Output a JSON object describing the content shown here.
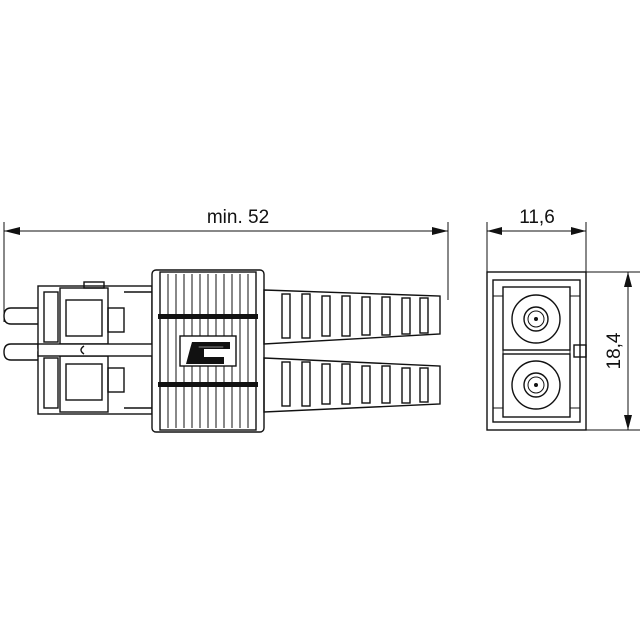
{
  "dimensions": {
    "length": "min. 52",
    "width": "11,6",
    "height": "18,4"
  },
  "colors": {
    "line": "#111111",
    "background": "#ffffff"
  },
  "icons": {
    "logo": "c-logo-mark"
  }
}
